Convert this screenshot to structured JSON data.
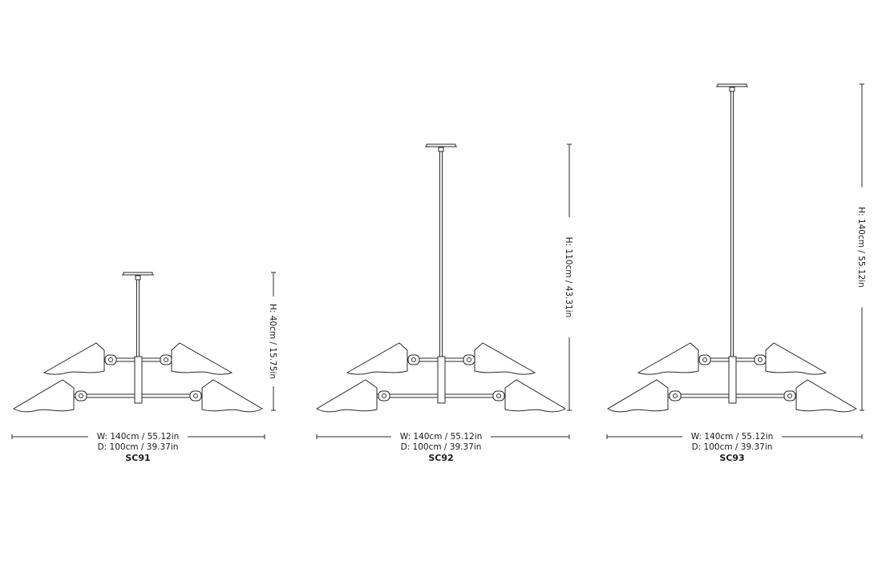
{
  "models": [
    {
      "name": "SC91",
      "width": "W: 140cm / 55.12in",
      "depth": "D: 100cm / 39.37in",
      "height": "H: 40cm / 15.75in",
      "height_cm": 40
    },
    {
      "name": "SC92",
      "width": "W: 140cm / 55.12in",
      "depth": "D: 100cm / 39.37in",
      "height": "H: 110cm / 43.31in",
      "height_cm": 110
    },
    {
      "name": "SC93",
      "width": "W: 140cm / 55.12in",
      "depth": "D: 100cm / 39.37in",
      "height": "H: 140cm / 55.12in",
      "height_cm": 140
    }
  ],
  "colors": {
    "line": "#2a2a2a",
    "background": "#ffffff"
  }
}
